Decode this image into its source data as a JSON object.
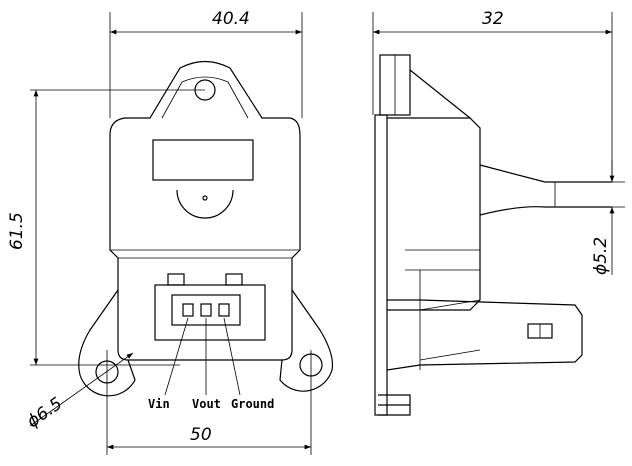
{
  "dimensions": {
    "front_width": "40.4",
    "front_height": "61.5",
    "mount_spacing": "50",
    "hole_diameter": "ϕ6.5",
    "side_depth": "32",
    "port_diameter": "ϕ5.2"
  },
  "pins": {
    "vin": "Vin",
    "vout": "Vout",
    "ground": "Ground"
  }
}
